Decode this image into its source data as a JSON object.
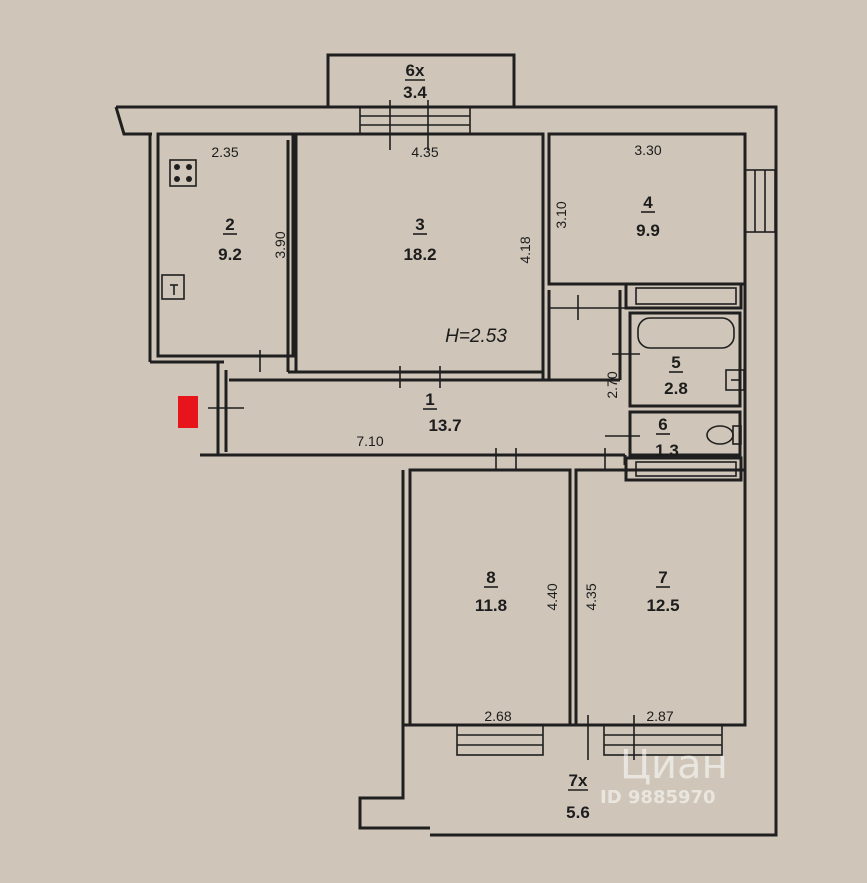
{
  "height_label": "H=2.53",
  "rooms": [
    {
      "id": "room-1",
      "number": "1",
      "area": "13.7"
    },
    {
      "id": "room-2",
      "number": "2",
      "area": "9.2"
    },
    {
      "id": "room-3",
      "number": "3",
      "area": "18.2"
    },
    {
      "id": "room-4",
      "number": "4",
      "area": "9.9"
    },
    {
      "id": "room-5",
      "number": "5",
      "area": "2.8"
    },
    {
      "id": "room-6",
      "number": "6",
      "area": "1.3"
    },
    {
      "id": "room-7",
      "number": "7",
      "area": "12.5"
    },
    {
      "id": "room-8",
      "number": "8",
      "area": "11.8"
    },
    {
      "id": "balcony-6x",
      "number": "6x",
      "area": "3.4"
    },
    {
      "id": "balcony-7x",
      "number": "7x",
      "area": "5.6"
    }
  ],
  "dimensions": {
    "room2_width": "2.35",
    "room2_depth": "3.90",
    "room3_width": "4.35",
    "room3_depth": "4.18",
    "room4_width": "3.30",
    "room4_depth": "3.10",
    "hall_length": "7.10",
    "bath_depth": "2.70",
    "room8_depth": "4.40",
    "room8_width": "2.68",
    "room7_depth": "4.35",
    "room7_width": "2.87"
  },
  "watermark": {
    "brand": "Циан",
    "id": "ID 9885970"
  },
  "colors": {
    "paper": "#cfc6b9",
    "ink": "#1f1f1f",
    "marker": "#e8141c"
  }
}
